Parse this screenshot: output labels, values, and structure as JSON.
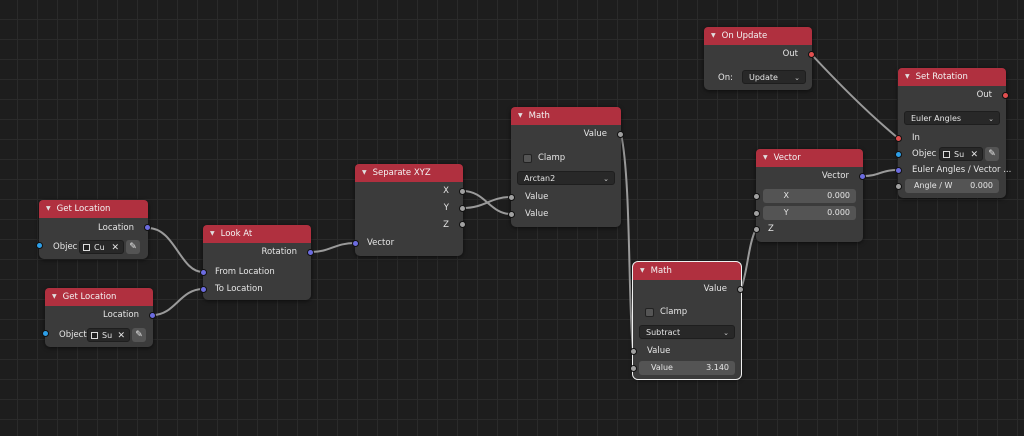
{
  "nodes": {
    "get_location_1": {
      "title": "Get Location",
      "output": "Location",
      "object_label": "Objec",
      "object_value": "Cu"
    },
    "get_location_2": {
      "title": "Get Location",
      "output": "Location",
      "object_label": "Object",
      "object_value": "Su"
    },
    "look_at": {
      "title": "Look At",
      "output": "Rotation",
      "input_from": "From Location",
      "input_to": "To Location"
    },
    "separate_xyz": {
      "title": "Separate XYZ",
      "out_x": "X",
      "out_y": "Y",
      "out_z": "Z",
      "input": "Vector"
    },
    "math_1": {
      "title": "Math",
      "output": "Value",
      "clamp_label": "Clamp",
      "operation": "Arctan2",
      "input_1": "Value",
      "input_2": "Value"
    },
    "math_2": {
      "title": "Math",
      "output": "Value",
      "clamp_label": "Clamp",
      "operation": "Subtract",
      "input_1": "Value",
      "input_2_label": "Value",
      "input_2_value": "3.140"
    },
    "vector": {
      "title": "Vector",
      "output": "Vector",
      "x_label": "X",
      "x_value": "0.000",
      "y_label": "Y",
      "y_value": "0.000",
      "z_label": "Z"
    },
    "on_update": {
      "title": "On Update",
      "output": "Out",
      "on_label": "On:",
      "on_value": "Update"
    },
    "set_rotation": {
      "title": "Set Rotation",
      "output": "Out",
      "mode": "Euler Angles",
      "input_in": "In",
      "object_label": "Objec",
      "object_value": "Su",
      "input_euler": "Euler Angles / Vector ...",
      "angle_label": "Angle / W",
      "angle_value": "0.000"
    }
  },
  "colors": {
    "header": "#b0303f",
    "node_body": "#3b3b3b",
    "socket_gray": "#a1a1a1",
    "socket_blue": "#6c6ce0",
    "socket_red": "#e14f4f",
    "socket_cyan": "#2d9fe8",
    "link": "#9a9a9a"
  },
  "icons": {
    "collapse": "triangle-down-icon",
    "dropdown": "chevron-down-icon",
    "object": "cube-icon",
    "clear": "close-icon",
    "eyedropper": "eyedropper-icon"
  }
}
